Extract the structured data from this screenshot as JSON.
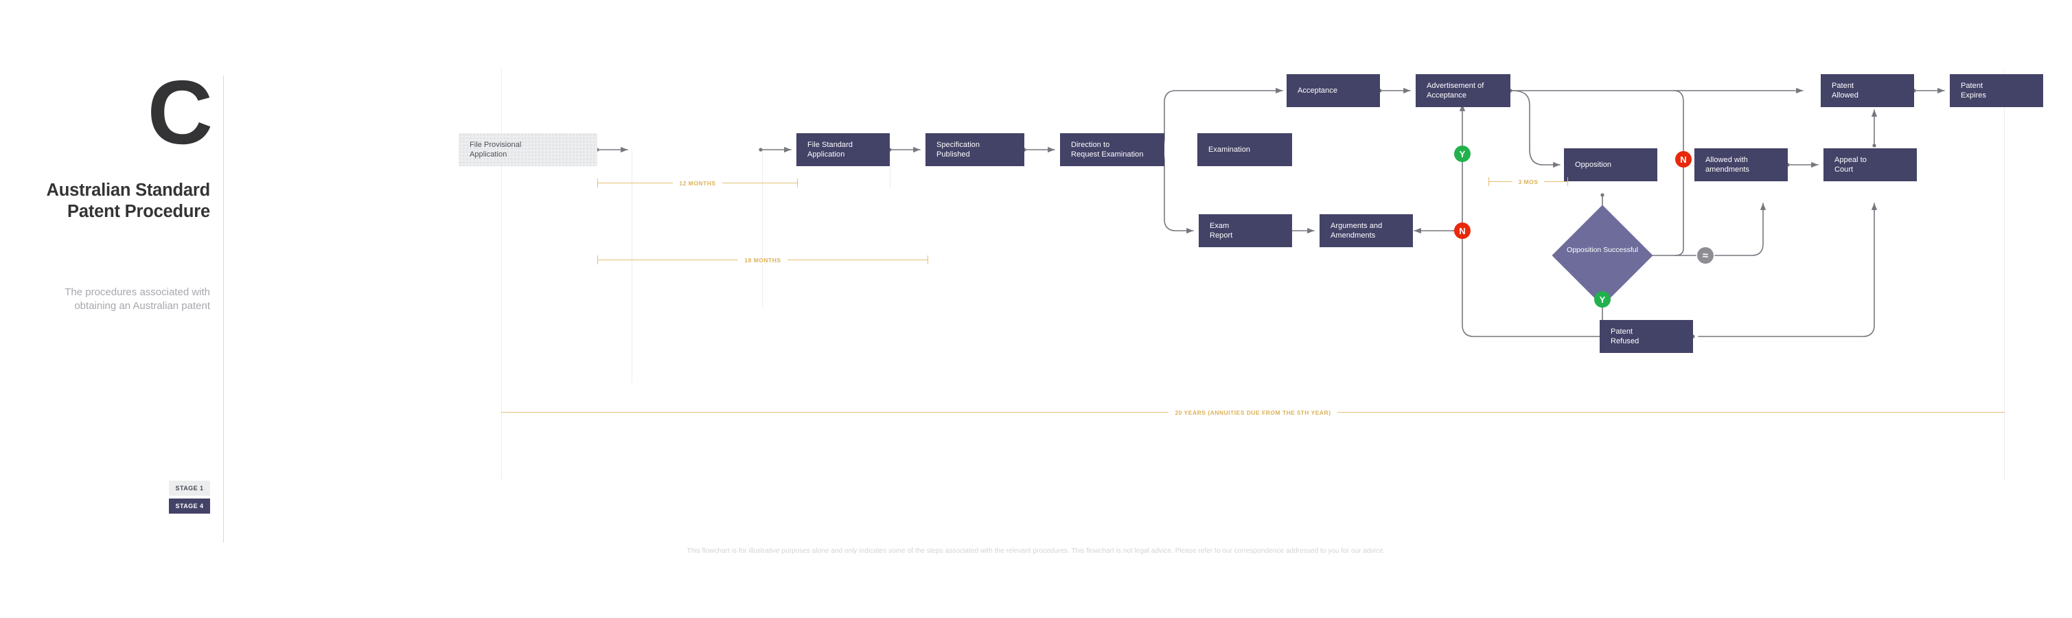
{
  "brand": {
    "mark": "C",
    "title": "Australian Standard Patent Procedure",
    "subtitle": "The procedures associated with obtaining an Australian patent"
  },
  "legend": {
    "items": [
      {
        "label": "STAGE 1",
        "color": "#ecedee"
      },
      {
        "label": "STAGE 4",
        "color": "#434267"
      }
    ]
  },
  "colors": {
    "node_fill": "#434267",
    "start_fill": "#ecedee",
    "diamond_fill": "#6d6c9b",
    "connector": "#77777f",
    "duration": "#dcb157",
    "yes_badge": "#22b14c",
    "no_badge": "#e8290b",
    "approx_badge": "#8d8d93"
  },
  "nodes": [
    {
      "id": "file-provisional",
      "line1": "File Provisional",
      "line2": "Application"
    },
    {
      "id": "file-standard",
      "line1": "File Standard",
      "line2": "Application"
    },
    {
      "id": "specification-published",
      "line1": "Specification",
      "line2": "Published"
    },
    {
      "id": "direction-to-request",
      "line1": "Direction to",
      "line2": "Request Examination"
    },
    {
      "id": "examination",
      "line1": "Examination",
      "line2": ""
    },
    {
      "id": "exam-report",
      "line1": "Exam",
      "line2": "Report"
    },
    {
      "id": "arguments-amendments",
      "line1": "Arguments and",
      "line2": "Amendments"
    },
    {
      "id": "acceptance",
      "line1": "Acceptance",
      "line2": ""
    },
    {
      "id": "advertisement",
      "line1": "Advertisement of",
      "line2": "Acceptance"
    },
    {
      "id": "opposition",
      "line1": "Opposition",
      "line2": ""
    },
    {
      "id": "allowed-amendments",
      "line1": "Allowed with",
      "line2": "amendments"
    },
    {
      "id": "appeal-to-court",
      "line1": "Appeal to",
      "line2": "Court"
    },
    {
      "id": "patent-allowed",
      "line1": "Patent",
      "line2": "Allowed"
    },
    {
      "id": "patent-expires",
      "line1": "Patent",
      "line2": "Expires"
    },
    {
      "id": "patent-refused",
      "line1": "Patent",
      "line2": "Refused"
    }
  ],
  "decision": {
    "line1": "Opposition",
    "line2": "Successful"
  },
  "badges": {
    "exam_yes": "Y",
    "exam_no": "N",
    "opposition_no": "N",
    "opposition_yes": "Y",
    "approx": "≈"
  },
  "durations": [
    {
      "id": "twelve-months",
      "label": "12 MONTHS"
    },
    {
      "id": "eighteen-months",
      "label": "18 MONTHS"
    },
    {
      "id": "three-months",
      "label": "3 MOS"
    },
    {
      "id": "twenty-years",
      "label": "20 YEARS (ANNUITIES DUE FROM THE 5TH YEAR)"
    }
  ],
  "footnote": "This flowchart is for illustrative purposes alone and only indicates some of the steps associated with the relevant procedures. This flowchart is not legal advice. Please refer to our correspondence addressed to you for our advice."
}
